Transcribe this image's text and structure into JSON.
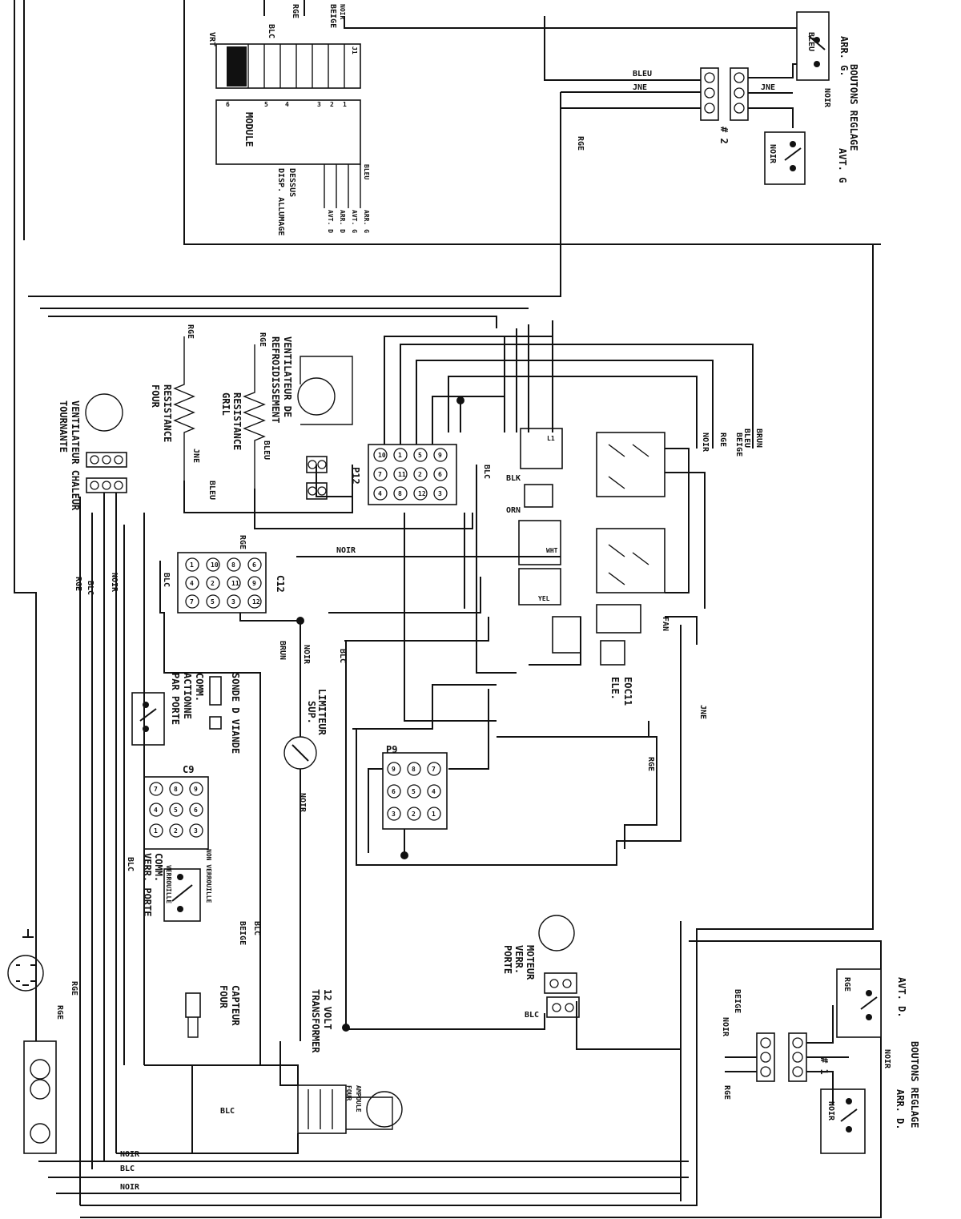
{
  "components": {
    "module_strip": {
      "labels": [
        "VRT",
        "BLC",
        "RGE",
        "BEIGE",
        "NOIR",
        "J1"
      ]
    },
    "module": {
      "title": "MODULE",
      "pins": [
        "6",
        "5",
        "4",
        "3",
        "2",
        "1"
      ]
    },
    "module_disp": {
      "line1": "DISP. ALLUMAGE",
      "line2": "DESSUS",
      "legend": [
        "ARR. G",
        "AVT. G",
        "ARR. D",
        "AVT. D",
        "BLEU"
      ]
    },
    "boutons_reglage_top": {
      "title": "BOUTONS REGLAGE",
      "arr": "ARR. G.",
      "avt": "AVT. G",
      "num": "# 2",
      "wire_labels": [
        "BLEU",
        "JNE",
        "NOIR",
        "BLEU",
        "NOIR",
        "JNE"
      ]
    },
    "boutons_reglage_bottom": {
      "title": "BOUTONS REGLAGE",
      "arr": "ARR. D.",
      "avt": "AVT. D.",
      "num": "# 1",
      "wire_labels": [
        "BEIGE",
        "NOIR",
        "RGE",
        "NOIR",
        "NOIR",
        "RGE"
      ]
    },
    "ventilateur_tournant": {
      "line1": "VENTILATEUR CHALEUR",
      "line2": "TOURNANTE"
    },
    "resistance_four": {
      "line1": "RESISTANCE",
      "line2": "FOUR",
      "wire": "RGE",
      "wire2": "JNE"
    },
    "resistance_gril": {
      "line1": "RESISTANCE",
      "line2": "GRIL",
      "wire": "RGE",
      "wire2": "BLEU"
    },
    "ventilateur_refroid": {
      "line1": "VENTILATEUR DE",
      "line2": "REFROIDISSEMENT"
    },
    "p12": {
      "title": "P12",
      "pins": [
        "10",
        "7",
        "4",
        "1",
        "11",
        "8",
        "5",
        "2",
        "12",
        "9",
        "6",
        "3"
      ]
    },
    "c12": {
      "title": "C12",
      "pins": [
        "1",
        "4",
        "7",
        "10",
        "2",
        "5",
        "8",
        "11",
        "3",
        "6",
        "9",
        "12"
      ]
    },
    "c9": {
      "title": "C9",
      "pins": [
        "7",
        "4",
        "1",
        "8",
        "5",
        "2",
        "9",
        "6",
        "3"
      ]
    },
    "p9": {
      "title": "P9",
      "pins": [
        "9",
        "6",
        "3",
        "8",
        "5",
        "2",
        "7",
        "4",
        "1"
      ]
    },
    "eoc": {
      "line1": "EOC11",
      "line2": "ELE."
    },
    "limiteur": {
      "line1": "LIMITEUR",
      "line2": "SUP."
    },
    "sonde": {
      "line1": "SONDE D VIANDE"
    },
    "comm_porte": {
      "line1": "COMM.",
      "line2": "ACTIONNE",
      "line3": "PAR PORTE"
    },
    "comm_verr": {
      "line1": "COMM.",
      "line2": "VERR. PORTE",
      "inner": "VERROUILLE",
      "inner2": "NON VERROUILLE"
    },
    "capteur": {
      "line1": "CAPTEUR",
      "line2": "FOUR"
    },
    "moteur_verr": {
      "line1": "MOTEUR",
      "line2": "VERR.",
      "line3": "PORTE"
    },
    "transformer": {
      "line1": "12 VOLT",
      "line2": "TRANSFORMER"
    },
    "ampoule": {
      "line1": "AMPOULE",
      "line2": "FOUR"
    },
    "relay_labels": {
      "blk": "BLK",
      "orn": "ORN",
      "yel": "YEL",
      "wht": "WHT",
      "fan": "FAN",
      "l1": "L1"
    }
  },
  "wire_labels": {
    "blc": "BLC",
    "rge": "RGE",
    "noir": "NOIR",
    "jne": "JNE",
    "bleu": "BLEU",
    "beige": "BEIGE",
    "brun": "BRUN"
  }
}
